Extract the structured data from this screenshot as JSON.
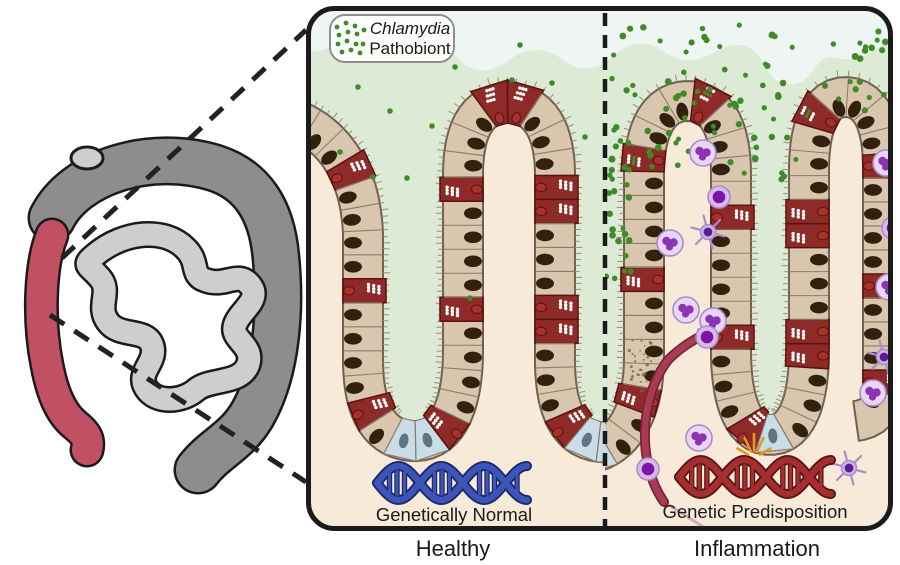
{
  "legend": {
    "dot_label_line1": "Chlamydia",
    "dot_label_line2": "Pathobiont"
  },
  "panel_left": {
    "caption": "Healthy",
    "dna_label": "Genetically Normal"
  },
  "panel_right": {
    "caption": "Inflammation",
    "dna_label": "Genetic Predisposition"
  },
  "colors": {
    "lumen": "#dcead6",
    "mucus": "#eef5f3",
    "tissue": "#f7ead9",
    "cell": "#d9c6af",
    "cell_edge": "#8d7c67",
    "band_outline": "#70604e",
    "nucleus": "#33210f",
    "brush": "#9b8d78",
    "goblet": "#8e2a28",
    "goblet_edge": "#5a130f",
    "goblet_nucleus": "#a8312c",
    "crypt_cell": "#c8dde8",
    "crypt_nucleus": "#5d7681",
    "chlamydia": "#3f8b28",
    "dna_normal": "#3d55b8",
    "dna_normal_outline": "#1b2a6b",
    "dna_mutant": "#a52f2f",
    "dna_mutant_outline": "#5c1414",
    "immune_body": "#e9d6f7",
    "immune_outline": "#a98cc8",
    "immune_nucleus": "#8b35b5",
    "lymph_body": "#dcb8ee",
    "lymph_nucleus": "#7c15a5",
    "dendrite_body": "#cbb4ea",
    "dendrite_nucleus": "#5d1b92",
    "arrow": "#a63d54",
    "arrow_dark": "#7c2138",
    "arrow_tail": "#d9a8b8",
    "spark": "#dd9a25",
    "speckle": "#7a6350",
    "colon": "#8d8d8d",
    "small_intestine": "#cecece",
    "inflamed_segment": "#c15063",
    "outline": "#1b1b1b"
  }
}
